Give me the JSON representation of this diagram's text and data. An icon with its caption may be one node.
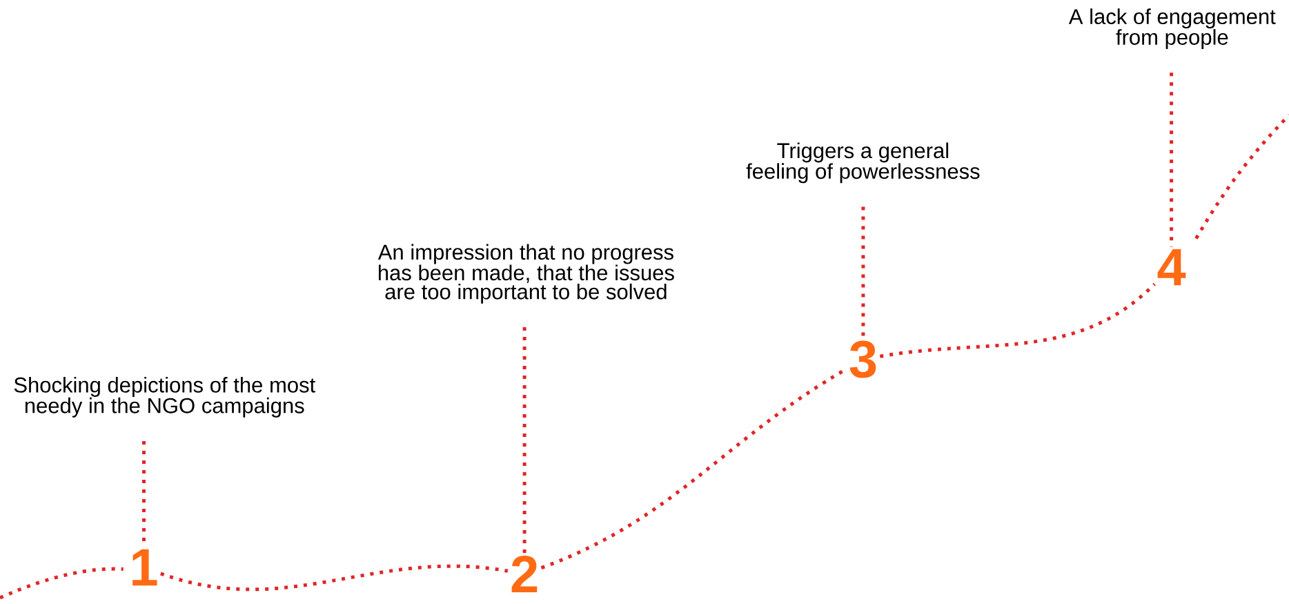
{
  "diagram": {
    "nodes": [
      {
        "text": [
          "Shocking depictions of the most needy in the NGO campaigns"
        ]
      },
      {
        "text": [
          "1"
        ]
      },
      {
        "text": [
          "An impression that no progress has been made, that the issues are too important to be solved"
        ]
      },
      {
        "text": [
          "2"
        ]
      },
      {
        "text": [
          "Triggers a general feeling of powerlessness"
        ]
      },
      {
        "text": [
          "3"
        ]
      },
      {
        "text": [
          "A lack of engagement from people"
        ]
      },
      {
        "text": [
          "4"
        ]
      }
    ],
    "edges": [
      {
        "from": 0,
        "to": 1,
        "arrow": "none"
      },
      {
        "from": 2,
        "to": 3,
        "arrow": "none"
      },
      {
        "from": 4,
        "to": 5,
        "arrow": "none"
      },
      {
        "from": 6,
        "to": 7,
        "arrow": "none"
      },
      {
        "from": 1,
        "to": 3,
        "arrow": "none"
      },
      {
        "from": 3,
        "to": 5,
        "arrow": "none"
      },
      {
        "from": 5,
        "to": 7,
        "arrow": "none"
      }
    ]
  }
}
